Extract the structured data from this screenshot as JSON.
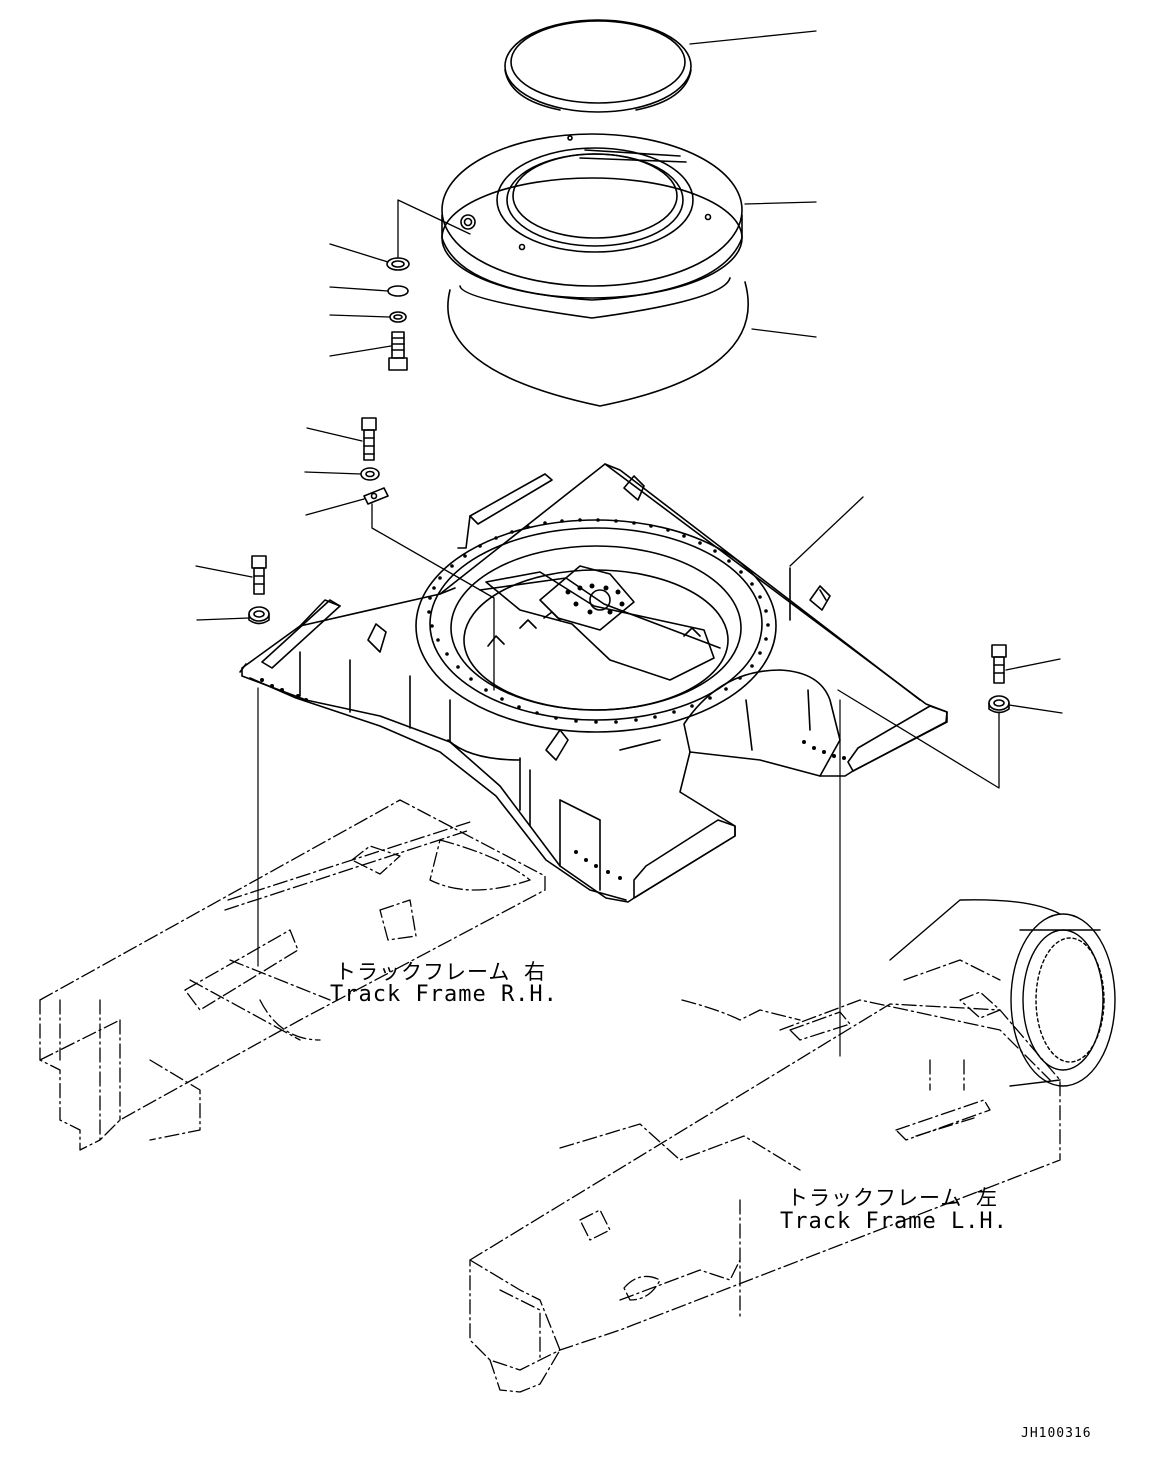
{
  "labels": {
    "track_frame_rh_jp": "トラックフレーム 右",
    "track_frame_rh_en": "Track Frame R.H.",
    "track_frame_lh_jp": "トラックフレーム 左",
    "track_frame_lh_en": "Track Frame L.H."
  },
  "reference_code": "JH100316"
}
